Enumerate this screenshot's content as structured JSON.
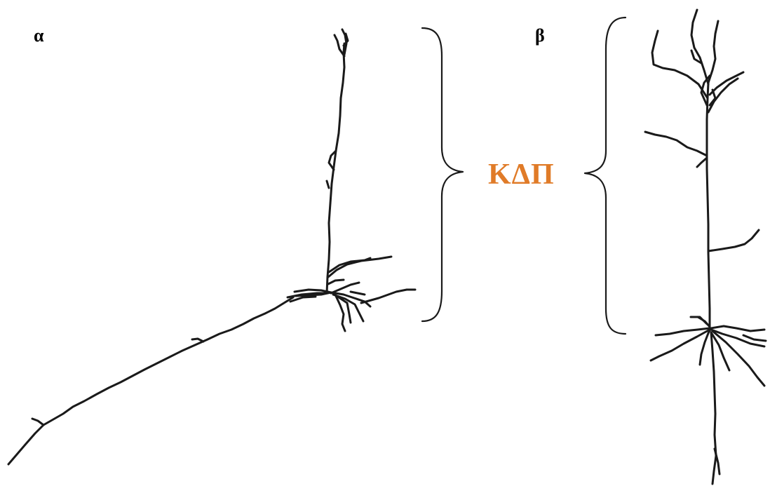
{
  "panels": {
    "a": {
      "label": "α"
    },
    "b": {
      "label": "β"
    }
  },
  "center_label": "ΚΔΠ",
  "colors": {
    "neuron_stroke": "#1a1a1a",
    "brace_stroke": "#1a1a1a",
    "center_label": "#e07b28",
    "panel_label": "#000000",
    "background": "#ffffff"
  }
}
